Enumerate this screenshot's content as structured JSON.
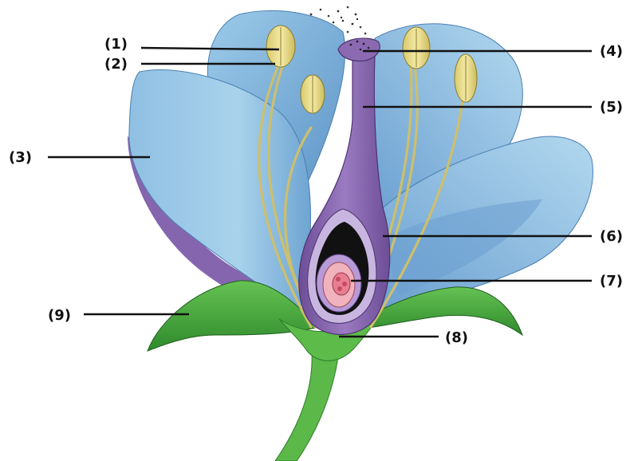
{
  "diagram": {
    "labels": [
      {
        "id": "1",
        "text": "(1)"
      },
      {
        "id": "2",
        "text": "(2)"
      },
      {
        "id": "3",
        "text": "(3)"
      },
      {
        "id": "4",
        "text": "(4)"
      },
      {
        "id": "5",
        "text": "(5)"
      },
      {
        "id": "6",
        "text": "(6)"
      },
      {
        "id": "7",
        "text": "(7)"
      },
      {
        "id": "8",
        "text": "(8)"
      },
      {
        "id": "9",
        "text": "(9)"
      }
    ],
    "colors": {
      "petal_light": "#a9d2ec",
      "petal_mid": "#7fb6dc",
      "petal_dark": "#5e93c6",
      "petal_purple": "#8b6aae",
      "pistil": "#8e6bb4",
      "pistil_dark": "#6c4c93",
      "anther": "#e8dc86",
      "filament": "#cfc577",
      "ovule": "#f2b8c0",
      "leaf": "#4caf3f",
      "leaf_dark": "#2e7d2a",
      "stem": "#5cb848"
    }
  }
}
